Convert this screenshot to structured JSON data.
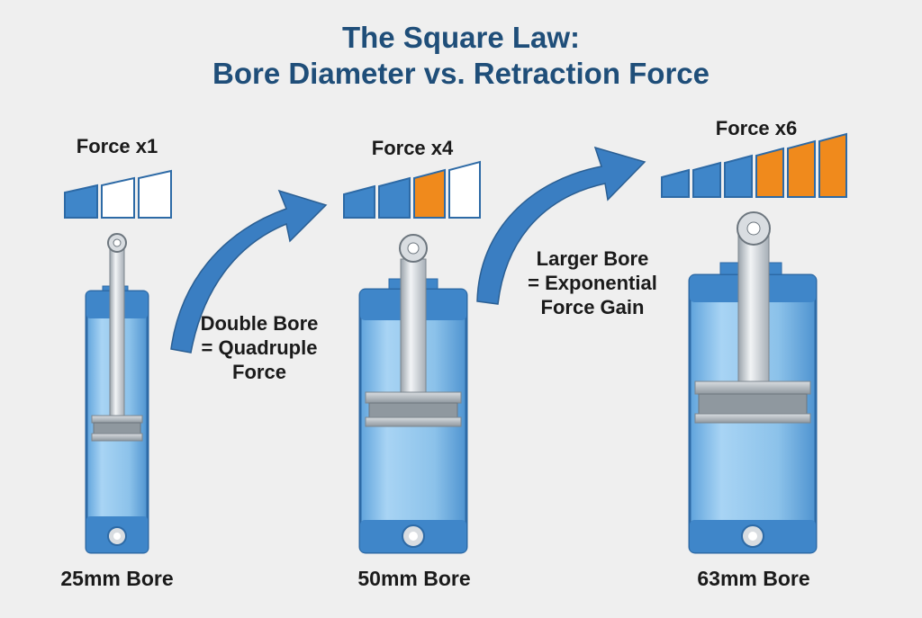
{
  "title": {
    "line1": "The Square Law:",
    "line2": "Bore Diameter vs. Retraction Force"
  },
  "cylinders": [
    {
      "force_label": "Force x1",
      "bore_label": "25mm Bore",
      "filled_segments": 1,
      "highlight_segments": 0,
      "total_segments": 3
    },
    {
      "force_label": "Force x4",
      "bore_label": "50mm Bore",
      "filled_segments": 2,
      "highlight_segments": 1,
      "total_segments": 4
    },
    {
      "force_label": "Force x6",
      "bore_label": "63mm Bore",
      "filled_segments": 3,
      "highlight_segments": 3,
      "total_segments": 6
    }
  ],
  "notes": {
    "double_bore": [
      "Double Bore",
      "= Quadruple",
      "Force"
    ],
    "larger_bore": [
      "Larger Bore",
      "= Exponential",
      "Force Gain"
    ]
  },
  "colors": {
    "title": "#1f4e79",
    "segment_blue": "#3f86c9",
    "segment_orange": "#f08a1c",
    "arrow": "#3a7ec2",
    "cylinder_body": "#8fc3ec",
    "cylinder_frame": "#3f86c9"
  }
}
